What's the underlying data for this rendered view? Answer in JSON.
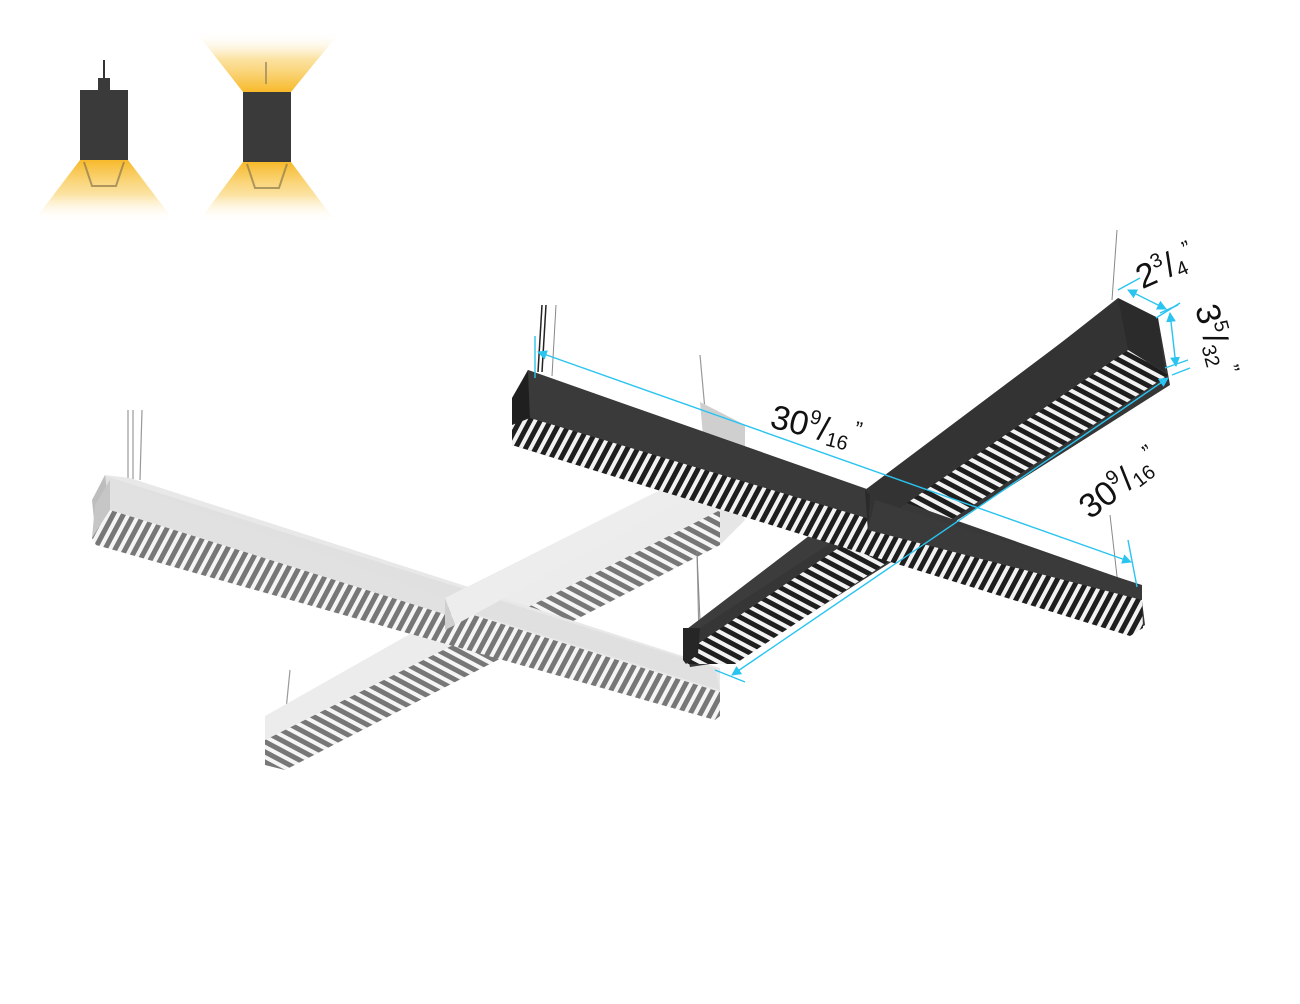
{
  "figure": {
    "type": "product dimension diagram",
    "subject": "X-shaped cross linear pendant light fixture with louvered diffuser",
    "finishes": [
      {
        "name": "white",
        "body_color": "#e3e3e3",
        "side_color": "#cfcfcf",
        "louver_color": "#8a8a8a"
      },
      {
        "name": "black",
        "body_color": "#3a3a3a",
        "side_color": "#2a2a2a",
        "louver_color": "#f4f4f4"
      }
    ],
    "dimension_line_color": "#29c4f0",
    "light_glow_color": "#f7c23c"
  },
  "icons": [
    {
      "name": "downlight-distribution-icon",
      "description": "Pendant with light emitting downward"
    },
    {
      "name": "up-down-light-distribution-icon",
      "description": "Pendant with light emitting up and down"
    }
  ],
  "dimensions": {
    "width": {
      "whole": "2",
      "num": "3",
      "den": "4",
      "unit": "”"
    },
    "height": {
      "whole": "3",
      "num": "5",
      "den": "32",
      "unit": "”"
    },
    "arm_length_1": {
      "whole": "30",
      "num": "9",
      "den": "16",
      "unit": "”"
    },
    "arm_length_2": {
      "whole": "30",
      "num": "9",
      "den": "16",
      "unit": "”"
    }
  }
}
